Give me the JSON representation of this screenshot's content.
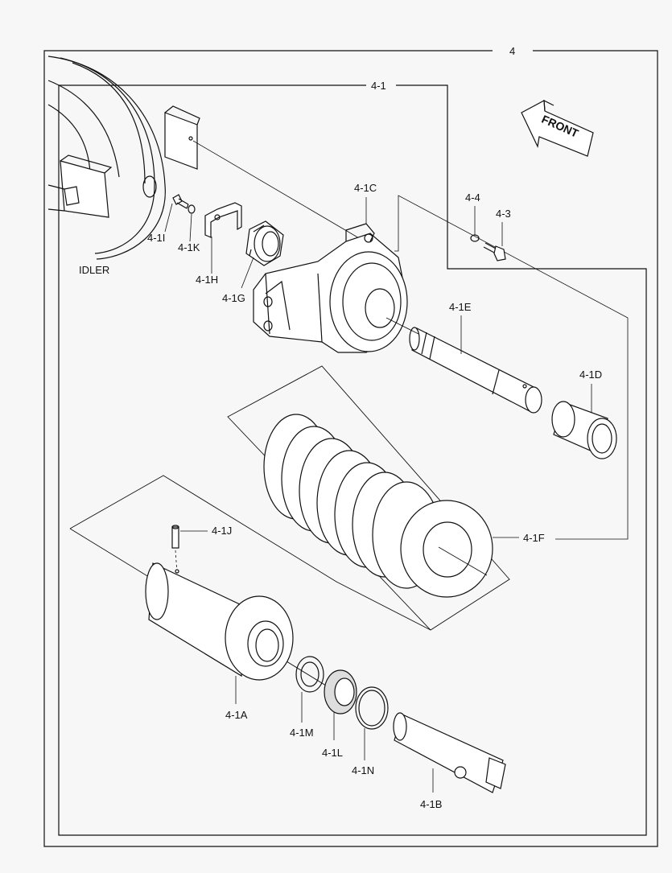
{
  "group_number": "4",
  "subgroup_number": "4-1",
  "front_marker": {
    "label": "FRONT"
  },
  "idler_label": "IDLER",
  "parts": {
    "p4_3": "4-3",
    "p4_4": "4-4",
    "p4_1A": "4-1A",
    "p4_1B": "4-1B",
    "p4_1C": "4-1C",
    "p4_1D": "4-1D",
    "p4_1E": "4-1E",
    "p4_1F": "4-1F",
    "p4_1G": "4-1G",
    "p4_1H": "4-1H",
    "p4_1I": "4-1I",
    "p4_1J": "4-1J",
    "p4_1K": "4-1K",
    "p4_1L": "4-1L",
    "p4_1M": "4-1M",
    "p4_1N": "4-1N"
  }
}
